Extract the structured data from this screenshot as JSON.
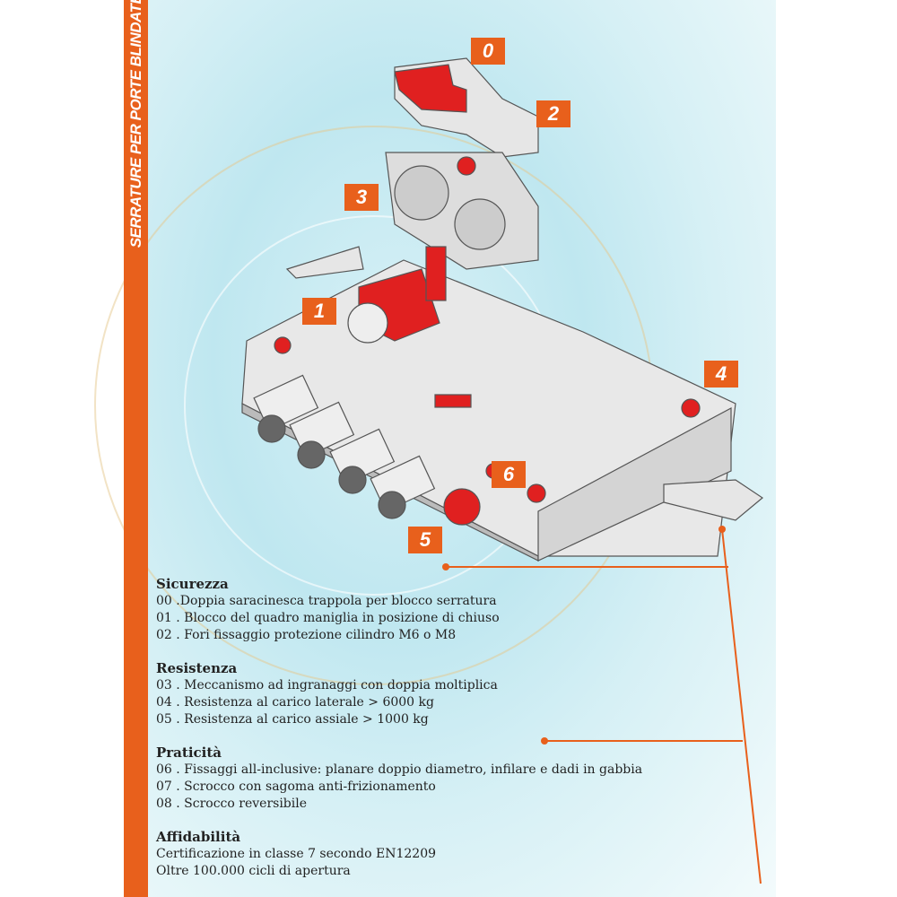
{
  "side_title": "SERRATURE PER PORTE BLINDATE",
  "callouts": [
    "0",
    "2",
    "3",
    "1",
    "4",
    "6",
    "5"
  ],
  "sections": [
    {
      "title": "Sicurezza",
      "items": [
        "00 .Doppia saracinesca trappola per blocco serratura",
        "01 . Blocco del quadro maniglia in posizione di chiuso",
        "02 . Fori fissaggio protezione cilindro M6 o M8"
      ]
    },
    {
      "title": "Resistenza",
      "items": [
        "03 . Meccanismo ad ingranaggi con doppia moltiplica",
        "04 . Resistenza al carico laterale > 6000 kg",
        "05 . Resistenza al carico assiale > 1000 kg"
      ]
    },
    {
      "title": "Praticità",
      "items": [
        "06 . Fissaggi all-inclusive: planare doppio diametro, infilare e dadi in gabbia",
        "07 . Scrocco con sagoma anti-frizionamento",
        "08 . Scrocco reversibile"
      ]
    },
    {
      "title": "Affidabilità",
      "items": [
        "Certificazione in classe 7 secondo EN12209",
        "Oltre 100.000 cicli di apertura"
      ]
    }
  ],
  "colors": {
    "accent": "#e8601c",
    "part_red": "#e02020",
    "metal": "#e6e6e6"
  }
}
